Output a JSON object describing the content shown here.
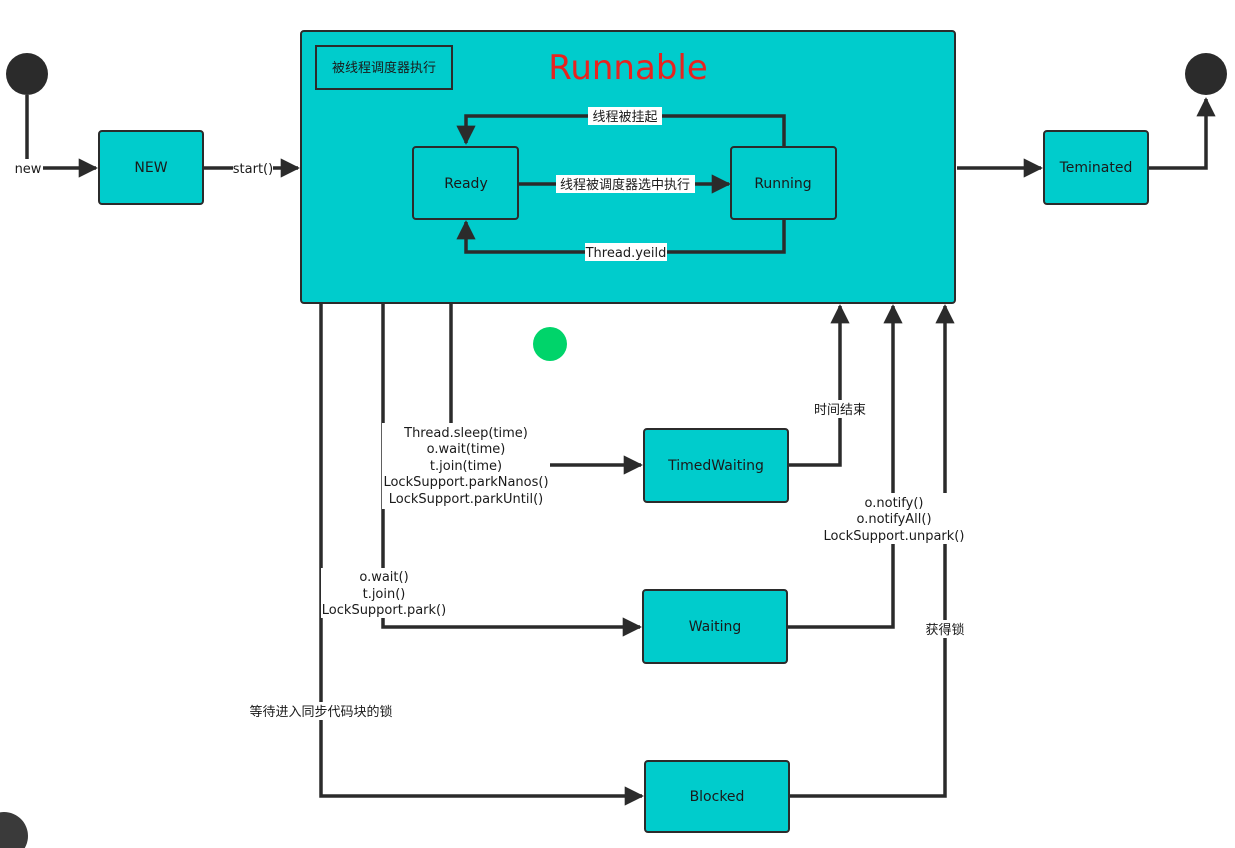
{
  "colors": {
    "box_fill": "#00cccc",
    "stroke": "#2b2b2b",
    "title": "#e8231f",
    "dot": "#00d46a",
    "endpoint": "#2b2b2b"
  },
  "runnable": {
    "title": "Runnable",
    "tag": "被线程调度器执行"
  },
  "states": {
    "new": "NEW",
    "ready": "Ready",
    "running": "Running",
    "terminated": "Teminated",
    "timed_waiting": "TimedWaiting",
    "waiting": "Waiting",
    "blocked": "Blocked"
  },
  "edges": {
    "new": "new",
    "start": "start()",
    "suspend": "线程被挂起",
    "selected": "线程被调度器选中执行",
    "yield": "Thread.yeild",
    "timeout": "时间结束",
    "timed_calls": [
      "Thread.sleep(time)",
      "o.wait(time)",
      "t.join(time)",
      "LockSupport.parkNanos()",
      "LockSupport.parkUntil()"
    ],
    "wait_calls": [
      "o.wait()",
      "t.join()",
      "LockSupport.park()"
    ],
    "notify_calls": [
      "o.notify()",
      "o.notifyAll()",
      "LockSupport.unpark()"
    ],
    "wait_lock": "等待进入同步代码块的锁",
    "get_lock": "获得锁"
  }
}
